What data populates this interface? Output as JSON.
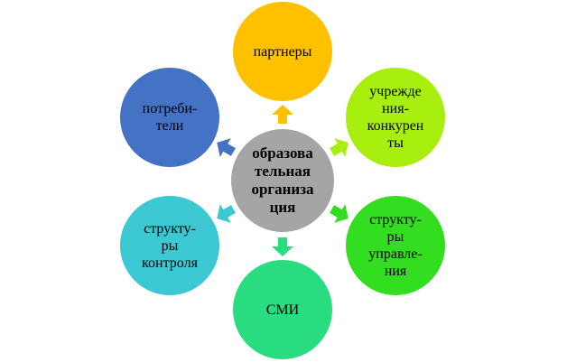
{
  "center": {
    "label": "образова\nтельная\nорганиза\nция",
    "color": "#A5A5A5"
  },
  "nodes": [
    {
      "label": "партнеры",
      "color": "#FFC000"
    },
    {
      "label": "учрежде\nния-\nконкурен\nты",
      "color": "#A8EE0E"
    },
    {
      "label": "структу-\nры\nуправле-\nния",
      "color": "#33DD1F"
    },
    {
      "label": "СМИ",
      "color": "#2ADC80"
    },
    {
      "label": "структу-\nры\nконтроля",
      "color": "#3CC8D2"
    },
    {
      "label": "потреби-\nтели",
      "color": "#4472C4"
    }
  ]
}
